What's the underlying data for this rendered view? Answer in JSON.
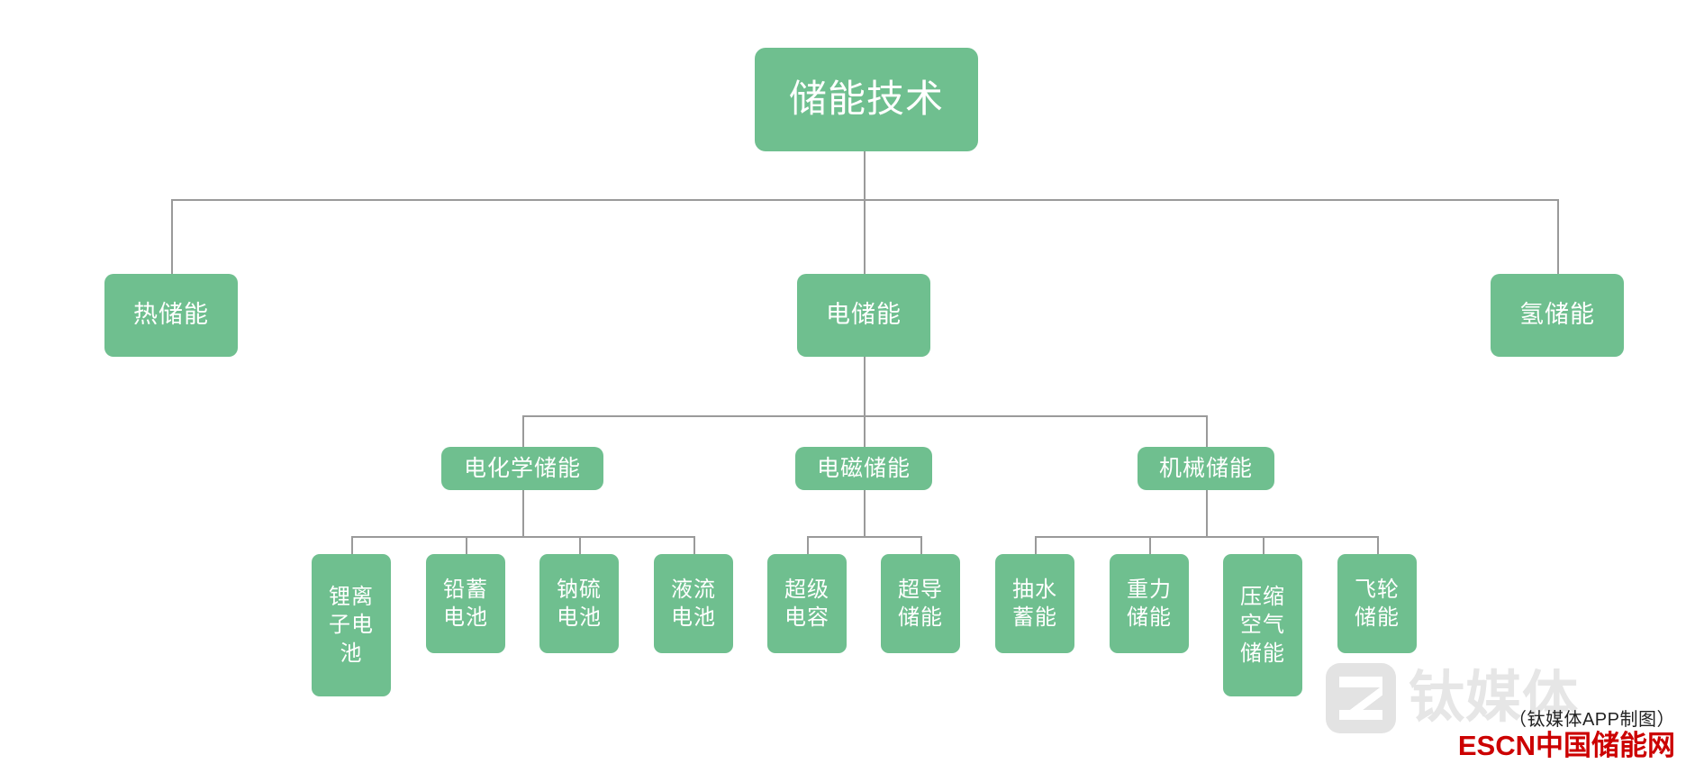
{
  "diagram": {
    "title": "储能技术",
    "accent_color": "#6fbf8f",
    "line_color": "#9a9a9a",
    "text_color": "#ffffff",
    "background": "#ffffff"
  },
  "nodes": {
    "root": {
      "label": "储能技术"
    },
    "level2": [
      {
        "id": "thermal",
        "label": "热储能"
      },
      {
        "id": "electric",
        "label": "电储能"
      },
      {
        "id": "hydrogen",
        "label": "氢储能"
      }
    ],
    "level3": [
      {
        "id": "electrochemical",
        "label": "电化学储能"
      },
      {
        "id": "electromagnetic",
        "label": "电磁储能"
      },
      {
        "id": "mechanical",
        "label": "机械储能"
      }
    ],
    "leaves": {
      "electrochemical": [
        {
          "id": "li-ion",
          "line1": "锂离",
          "line2": "子电",
          "line3": "池"
        },
        {
          "id": "lead-acid",
          "line1": "铅蓄",
          "line2": "电池",
          "line3": ""
        },
        {
          "id": "na-s",
          "line1": "钠硫",
          "line2": "电池",
          "line3": ""
        },
        {
          "id": "flow",
          "line1": "液流",
          "line2": "电池",
          "line3": ""
        }
      ],
      "electromagnetic": [
        {
          "id": "supercap",
          "line1": "超级",
          "line2": "电容",
          "line3": ""
        },
        {
          "id": "smes",
          "line1": "超导",
          "line2": "储能",
          "line3": ""
        }
      ],
      "mechanical": [
        {
          "id": "pumped",
          "line1": "抽水",
          "line2": "蓄能",
          "line3": ""
        },
        {
          "id": "gravity",
          "line1": "重力",
          "line2": "储能",
          "line3": ""
        },
        {
          "id": "caes",
          "line1": "压缩",
          "line2": "空气",
          "line3": "储能"
        },
        {
          "id": "flywheel",
          "line1": "飞轮",
          "line2": "储能",
          "line3": ""
        }
      ]
    }
  },
  "watermark": {
    "text": "钛媒体",
    "logo_name": "tmtpost-logo"
  },
  "footer": {
    "credit": "（钛媒体APP制图）",
    "brand_escn": "ESCN",
    "brand_cn": "中国储能网"
  }
}
